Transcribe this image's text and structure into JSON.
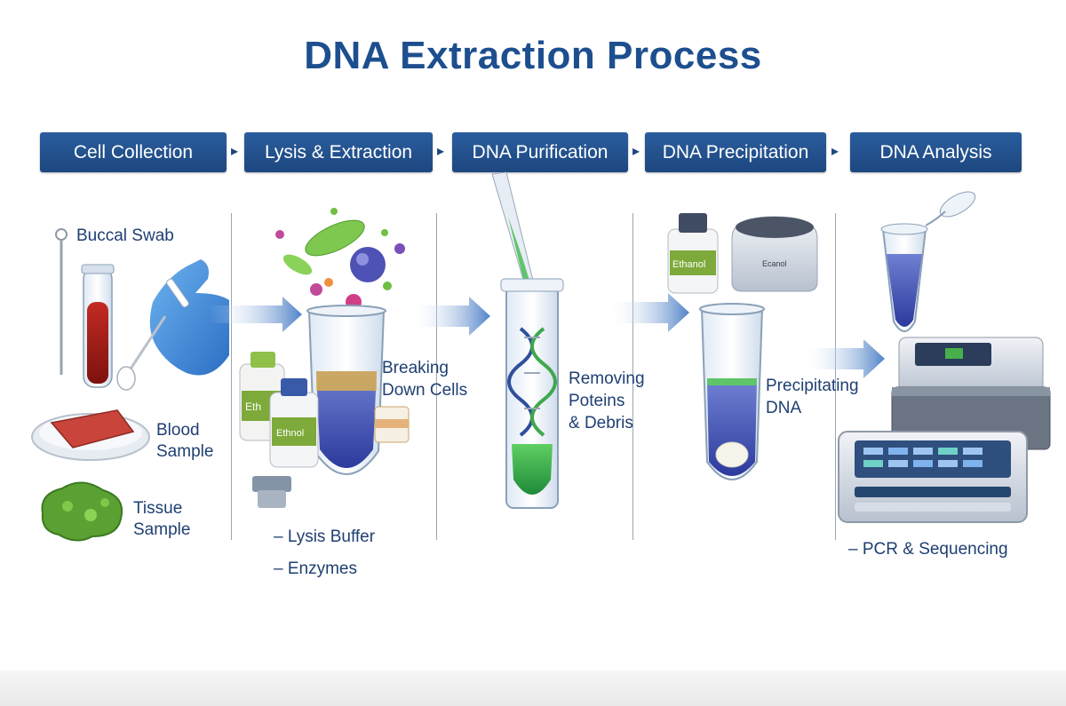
{
  "title": "DNA Extraction Process",
  "steps": [
    {
      "label": "Cell Collection"
    },
    {
      "label": "Lysis & Extraction"
    },
    {
      "label": "DNA Purification"
    },
    {
      "label": "DNA Precipitation"
    },
    {
      "label": "DNA Analysis"
    }
  ],
  "collection": {
    "buccal_swab": "Buccal Swab",
    "blood_line1": "Blood",
    "blood_line2": "Sample",
    "tissue_line1": "Tissue",
    "tissue_line2": "Sample"
  },
  "lysis": {
    "caption_line1": "Breaking",
    "caption_line2": "Down Cells",
    "bottle_label_left": "Eth",
    "bottle_label_right": "Ethnol",
    "bullets": [
      "– Lysis Buffer",
      "– Enzymes"
    ]
  },
  "purification": {
    "caption_line1": "Removing",
    "caption_line2": "Poteins",
    "caption_line3": "& Debris"
  },
  "precipitation": {
    "caption_line1": "Precipitating",
    "caption_line2": "DNA",
    "bottle_label": "Ethanol",
    "centrifuge_label": "Ecanol"
  },
  "analysis": {
    "bullet": "– PCR & Sequencing"
  },
  "colors": {
    "header_blue": "#1d477f",
    "title_blue": "#1d4f8f",
    "text_blue": "#1f3f72",
    "glove_blue": "#3f86d6",
    "liquid_blue": "#3b4fb0",
    "liquid_green": "#2fa84a"
  }
}
